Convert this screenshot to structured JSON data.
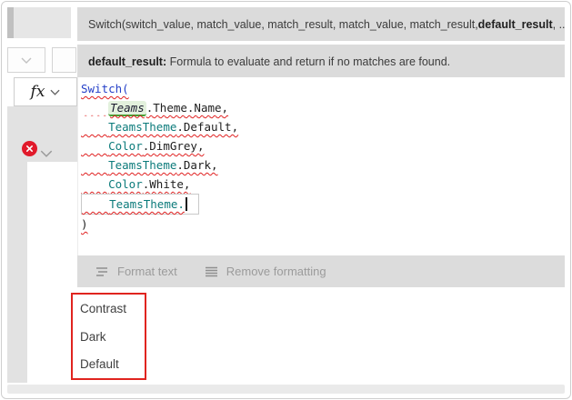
{
  "tooltip": {
    "signature": {
      "pre": "Switch(switch_value, match_value, match_result, match_value, match_result, ",
      "bold": "default_result",
      "post": ", ...)"
    },
    "description": {
      "bold": "default_result:",
      "rest": " Formula to evaluate and return if no matches are found."
    }
  },
  "formula_bar": {
    "fx_label": "fx",
    "lines": [
      {
        "indent": 0,
        "squiggle": true,
        "boxed": false,
        "caret": false,
        "tokens": [
          {
            "text": "Switch(",
            "kind": "function"
          }
        ]
      },
      {
        "indent": 1,
        "squiggle": true,
        "boxed": false,
        "caret": false,
        "tokens": [
          {
            "text": "Teams",
            "kind": "record"
          },
          {
            "text": ".Theme.Name,",
            "kind": "plain"
          }
        ]
      },
      {
        "indent": 1,
        "squiggle": true,
        "boxed": false,
        "caret": false,
        "tokens": [
          {
            "text": "TeamsTheme",
            "kind": "enum"
          },
          {
            "text": ".Default,",
            "kind": "plain"
          }
        ]
      },
      {
        "indent": 1,
        "squiggle": true,
        "boxed": false,
        "caret": false,
        "tokens": [
          {
            "text": "Color",
            "kind": "enum"
          },
          {
            "text": ".DimGrey,",
            "kind": "plain"
          }
        ]
      },
      {
        "indent": 1,
        "squiggle": true,
        "boxed": false,
        "caret": false,
        "tokens": [
          {
            "text": "TeamsTheme",
            "kind": "enum"
          },
          {
            "text": ".Dark,",
            "kind": "plain"
          }
        ]
      },
      {
        "indent": 1,
        "squiggle": true,
        "boxed": false,
        "caret": false,
        "tokens": [
          {
            "text": "Color",
            "kind": "enum"
          },
          {
            "text": ".White,",
            "kind": "plain"
          }
        ]
      },
      {
        "indent": 1,
        "squiggle": true,
        "boxed": true,
        "caret": true,
        "tokens": [
          {
            "text": "TeamsTheme.",
            "kind": "enum"
          }
        ]
      },
      {
        "indent": 0,
        "squiggle": true,
        "boxed": false,
        "caret": false,
        "tokens": [
          {
            "text": ")",
            "kind": "plain"
          }
        ]
      }
    ]
  },
  "error_indicator": {
    "icon": "error-x-icon"
  },
  "footer": {
    "format_text": "Format text",
    "remove_formatting": "Remove formatting"
  },
  "autocomplete": {
    "items": [
      "Contrast",
      "Dark",
      "Default"
    ]
  },
  "colors": {
    "banner_bg": "#dbdbdb",
    "keyword_blue": "#2540c8",
    "enum_teal": "#0c7b7b",
    "squiggle_red": "#e02020",
    "record_highlight": "#e3f1dd",
    "record_underline": "#44a033",
    "error_red": "#e11a2b",
    "autocomplete_border": "#e0241f"
  }
}
